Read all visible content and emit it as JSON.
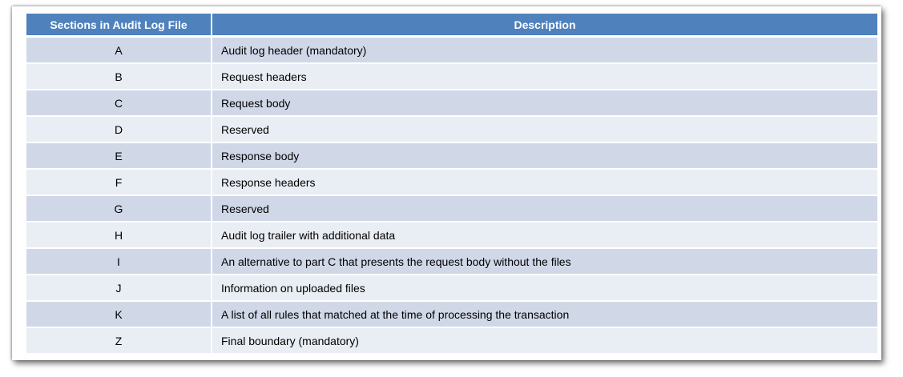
{
  "table": {
    "headers": [
      "Sections in Audit Log File",
      "Description"
    ],
    "rows": [
      {
        "section": "A",
        "description": "Audit log header (mandatory)"
      },
      {
        "section": "B",
        "description": "Request headers"
      },
      {
        "section": "C",
        "description": "Request body"
      },
      {
        "section": "D",
        "description": "Reserved"
      },
      {
        "section": "E",
        "description": "Response body"
      },
      {
        "section": "F",
        "description": "Response headers"
      },
      {
        "section": "G",
        "description": "Reserved"
      },
      {
        "section": "H",
        "description": "Audit log trailer with additional data"
      },
      {
        "section": "I",
        "description": "An alternative to part C that presents the request body without the files"
      },
      {
        "section": "J",
        "description": "Information on uploaded files"
      },
      {
        "section": "K",
        "description": "A list of all rules that matched at the time of processing the transaction"
      },
      {
        "section": "Z",
        "description": "Final boundary (mandatory)"
      }
    ]
  },
  "colors": {
    "header_bg": "#4f81bd",
    "row_dark": "#d0d8e8",
    "row_light": "#e9edf4"
  }
}
